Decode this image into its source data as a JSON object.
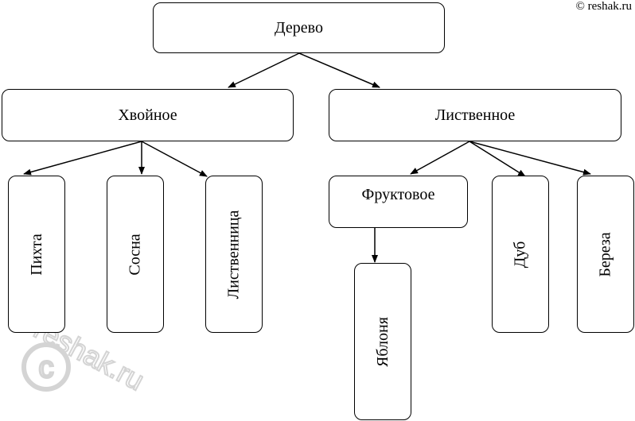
{
  "copyright": "© reshak.ru",
  "watermark": "reshak.ru",
  "nodes": {
    "tree": "Дерево",
    "coniferous": "Хвойное",
    "deciduous": "Лиственное",
    "fir": "Пихта",
    "pine": "Сосна",
    "larch": "Лиственница",
    "fruit": "Фруктовое",
    "apple": "Яблоня",
    "oak": "Дуб",
    "birch": "Береза"
  },
  "colors": {
    "stroke": "#000000",
    "watermark": "#d9d9d9"
  }
}
